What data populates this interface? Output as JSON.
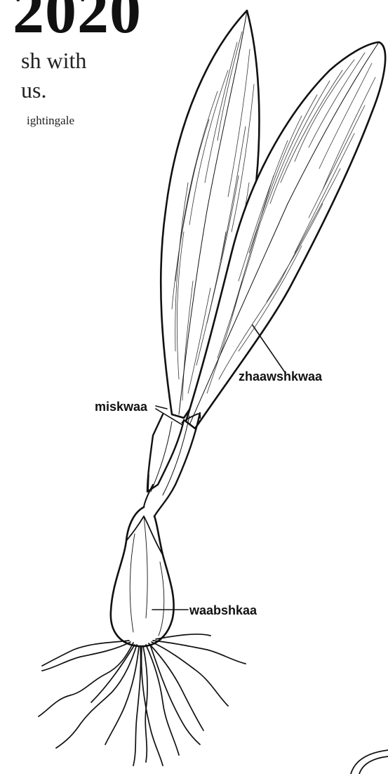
{
  "heading": {
    "year_fragment": "2020",
    "line1": "sh with",
    "line2": "us.",
    "credit": "ightingale"
  },
  "labels": {
    "leaf": "zhaawshkwaa",
    "stem": "miskwaa",
    "bulb": "waabshkaa"
  }
}
